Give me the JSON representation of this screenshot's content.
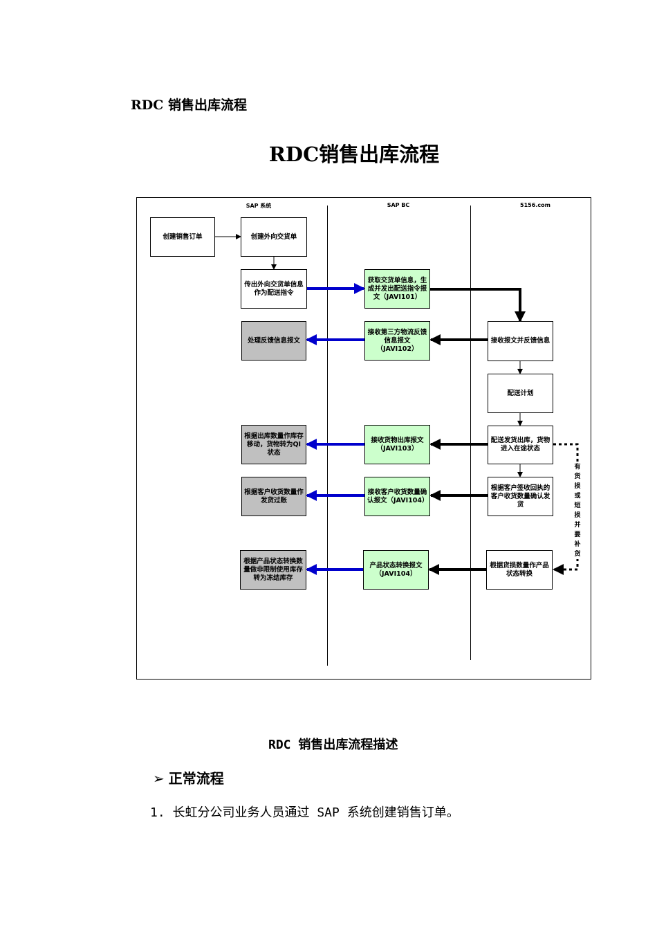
{
  "heading": "RDC 销售出库流程",
  "figure": {
    "title": "RDC销售出库流程",
    "lanes": [
      "SAP 系统",
      "SAP BC",
      "5156.com"
    ],
    "boxes": {
      "create_order": "创建销售订单",
      "create_delivery": "创建外向交货单",
      "send_delivery": "传出外向交货单信息作为配送指令",
      "handle_feedback": "处理反馈信息报文",
      "stock_move_qi": "根据出库数量作库存移动，货物转为QI状态",
      "post_delivery": "根据客户收货数量作发货过账",
      "freeze_stock": "根据产品状态转换数量做非限制使用库存转为冻结库存",
      "bc_get_delivery": "获取交货单信息，生成并发出配送指令报文（JAVI101）",
      "bc_receive_3pl": "接收第三方物流反馈信息报文（JAVI102）",
      "bc_receive_outbound": "接收货物出库报文（JAVI103）",
      "bc_receive_confirm": "接收客户收货数量确认报文（JAVI104）",
      "bc_status_convert": "产品状态转换报文（JAVI104）",
      "web_receive": "接收报文并反馈信息",
      "web_plan": "配送计划",
      "web_ship": "配送发货出库，货物进入在途状态",
      "web_sign": "根据客户签收回执的客户收货数量确认发货",
      "web_status": "根据货损数量作产品状态转换"
    },
    "side_note": "有货损或短损并要补货"
  },
  "description_title": "RDC 销售出库流程描述",
  "section_title": "正常流程",
  "paragraph": "1. 长虹分公司业务人员通过 SAP 系统创建销售订单。"
}
